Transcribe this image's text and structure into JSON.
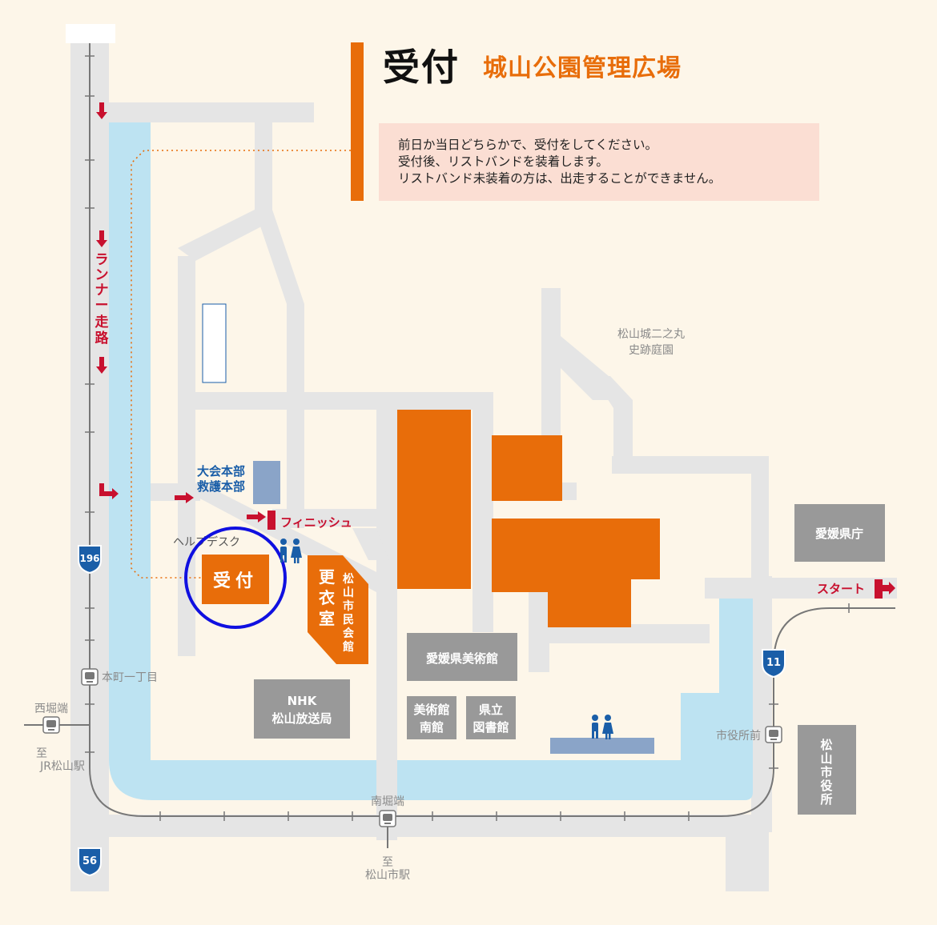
{
  "header": {
    "title": "受付",
    "subtitle": "城山公園管理広場",
    "notice": [
      "前日か当日どちらかで、受付をしてください。",
      "受付後、リストバンドを装着します。",
      "リストバンド未装着の方は、出走することができません。"
    ]
  },
  "labels": {
    "runner_path": "ランナー走路",
    "hq_line1": "大会本部",
    "hq_line2": "救護本部",
    "finish": "フィニッシュ",
    "helpdesk": "ヘルプデスク",
    "reception": "受付",
    "changing_room": "更衣室",
    "civic_hall": "松山市民会館",
    "shiroyama_garden_line1": "松山城二之丸",
    "shiroyama_garden_line2": "史跡庭園",
    "prefectural_office": "愛媛県庁",
    "start": "スタート",
    "art_museum": "愛媛県美術館",
    "museum_south_line1": "美術館",
    "museum_south_line2": "南館",
    "library_line1": "県立",
    "library_line2": "図書館",
    "nhk_line1": "NHK",
    "nhk_line2": "松山放送局",
    "city_hall": "松山市役所",
    "station_honmachi": "本町一丁目",
    "station_nishibori": "西堀端",
    "to_jr_line1": "至",
    "to_jr_line2": "JR松山駅",
    "station_minamibori": "南堀端",
    "to_city_line1": "至",
    "to_city_line2": "松山市駅",
    "station_shiyakusho": "市役所前",
    "route_196": "196",
    "route_56": "56",
    "route_11": "11"
  },
  "colors": {
    "background": "#fdf6e9",
    "road": "#e5e5e5",
    "moat": "#bde3f2",
    "building_orange": "#e86d0a",
    "building_gray": "#999999",
    "accent_red": "#c8102e",
    "hq_blue": "#1a5ea8",
    "highlight_circle": "#1010e0",
    "route_shield": "#1a5ea8"
  },
  "icons": [
    "train-station-icon",
    "restroom-icon",
    "route-shield-icon",
    "down-arrow-icon",
    "flag-icon"
  ]
}
